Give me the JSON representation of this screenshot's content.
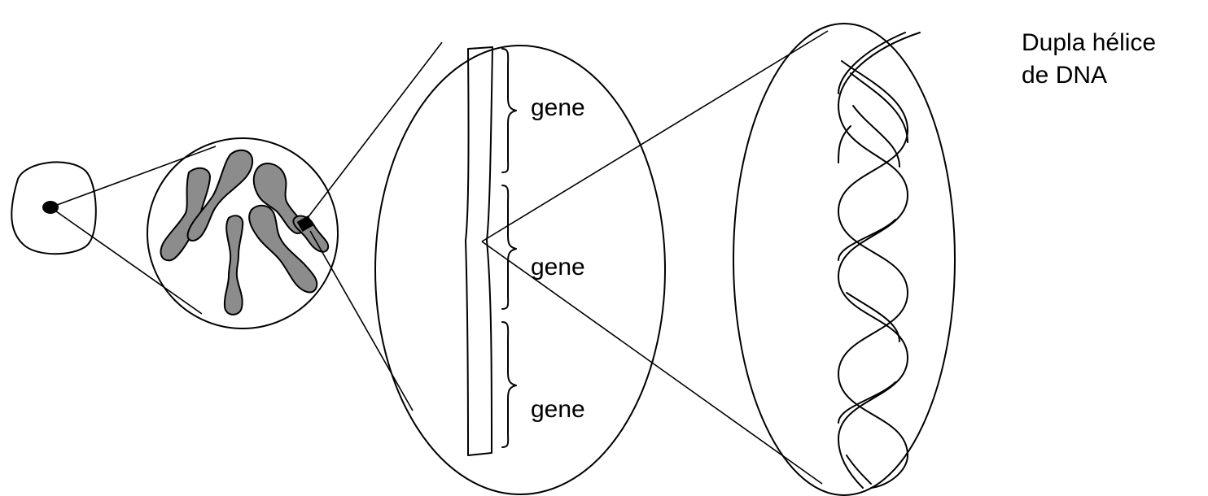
{
  "labels": {
    "gene_1": "gene",
    "gene_2": "gene",
    "gene_3": "gene",
    "title_line1": "Dupla hélice",
    "title_line2": "de DNA"
  },
  "colors": {
    "chromosome_fill": "#8c8c8c",
    "nucleus_fill": "#000000",
    "stroke": "#000000",
    "background": "#ffffff"
  }
}
